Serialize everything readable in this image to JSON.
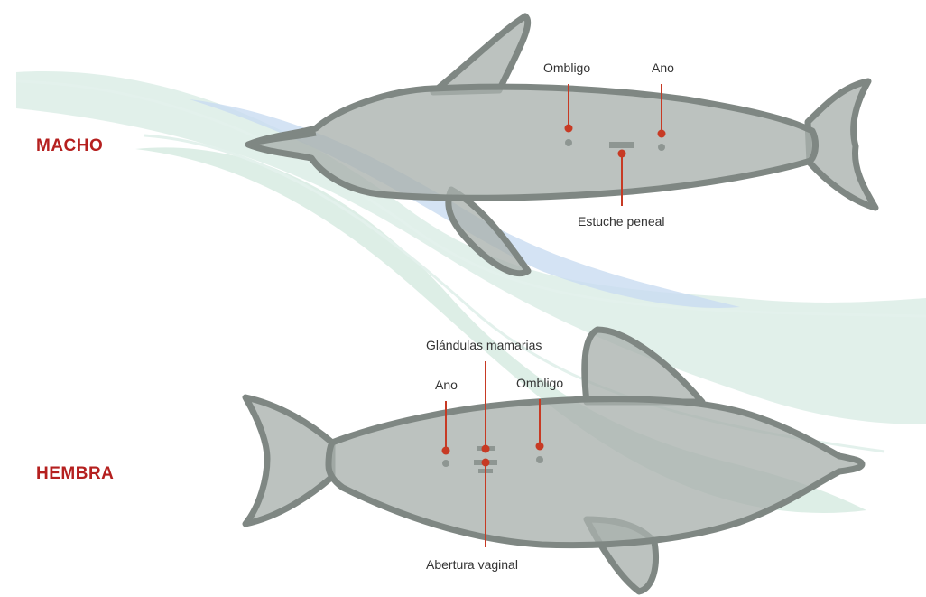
{
  "male": {
    "title": "MACHO",
    "labels": {
      "navel": "Ombligo",
      "anus": "Ano",
      "penile_slit": "Estuche peneal"
    }
  },
  "female": {
    "title": "HEMBRA",
    "labels": {
      "mammary_glands": "Glándulas mamarias",
      "anus": "Ano",
      "navel": "Ombligo",
      "genital_slit": "Abertura vaginal"
    }
  },
  "colors": {
    "sex_label": "#b5201f",
    "leader_line": "#c73a24",
    "dolphin_body": "#a9b1ad",
    "dolphin_outline": "#7f8783",
    "wave_green": "#cfe5dc",
    "wave_blue": "#c7d8ee"
  }
}
